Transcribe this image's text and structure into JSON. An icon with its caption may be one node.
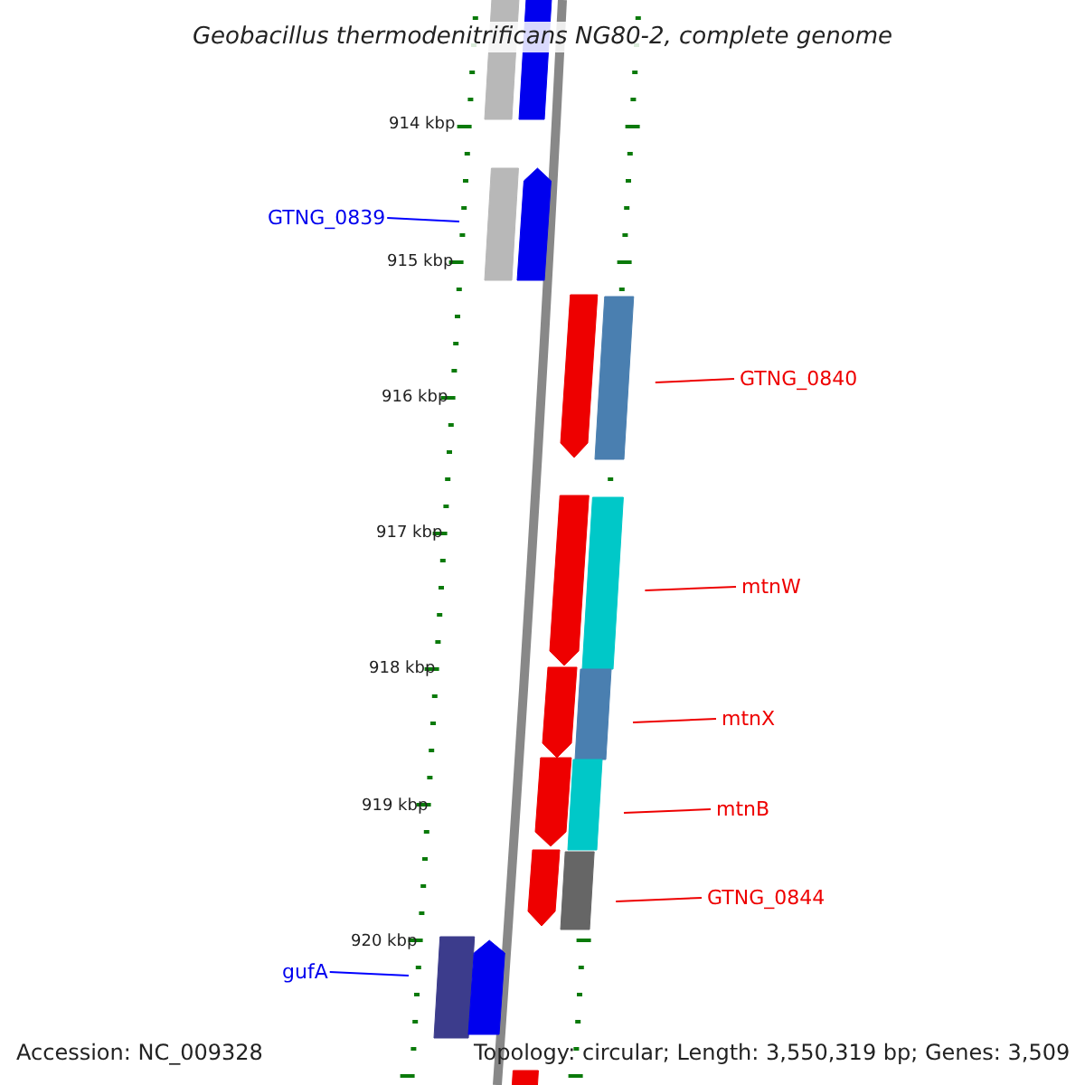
{
  "diagram": {
    "title": "Geobacillus thermodenitrificans NG80-2, complete genome",
    "nodes": [
      {
        "text": [
          "GTNG_0839"
        ]
      },
      {
        "text": [
          "GTNG_0840"
        ]
      },
      {
        "text": [
          "mtnW"
        ]
      },
      {
        "text": [
          "mtnX"
        ]
      },
      {
        "text": [
          "mtnB"
        ]
      },
      {
        "text": [
          "GTNG_0844"
        ]
      },
      {
        "text": [
          "gufA"
        ]
      },
      {
        "text": [],
        "shape": "bar"
      },
      {
        "text": [],
        "shape": "bar"
      },
      {
        "text": [],
        "shape": "bar"
      },
      {
        "text": [],
        "shape": "pentagon"
      },
      {
        "text": [],
        "shape": "pentagon"
      },
      {
        "text": [],
        "shape": "bar"
      },
      {
        "text": [],
        "shape": "pentagon"
      },
      {
        "text": [],
        "shape": "bar"
      },
      {
        "text": [],
        "shape": "pentagon"
      },
      {
        "text": [],
        "shape": "bar"
      },
      {
        "text": [],
        "shape": "pentagon"
      },
      {
        "text": [],
        "shape": "bar"
      },
      {
        "text": [],
        "shape": "pentagon"
      },
      {
        "text": [],
        "shape": "bar"
      },
      {
        "text": [],
        "shape": "bar"
      },
      {
        "text": [],
        "shape": "pentagon"
      },
      {
        "text": [],
        "shape": "bar"
      }
    ],
    "edges": [
      {
        "from": 0,
        "to": 9,
        "arrow": "none",
        "color": "#0000ff"
      },
      {
        "from": 1,
        "to": 12,
        "arrow": "none"
      },
      {
        "from": 2,
        "to": 14,
        "arrow": "none"
      },
      {
        "from": 3,
        "to": 16,
        "arrow": "none"
      },
      {
        "from": 4,
        "to": 18,
        "arrow": "none"
      },
      {
        "from": 5,
        "to": 20,
        "arrow": "none"
      },
      {
        "from": 6,
        "to": 21,
        "arrow": "none",
        "color": "#0000ff"
      }
    ],
    "labels": [
      "914 kbp",
      "915 kbp",
      "916 kbp",
      "917 kbp",
      "918 kbp",
      "919 kbp",
      "920 kbp",
      "Accession: NC_009328",
      "Topology: circular; Length: 3,550,319 bp; Genes: 3,509"
    ]
  }
}
